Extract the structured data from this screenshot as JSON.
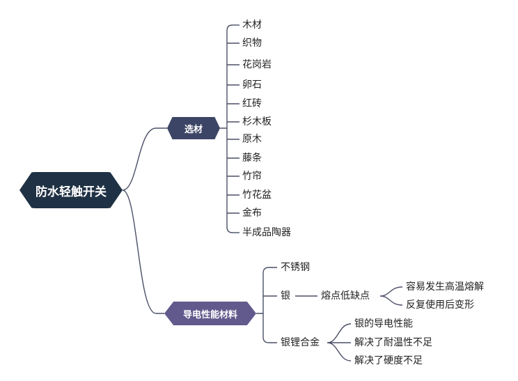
{
  "root": {
    "label": "防水轻触开关"
  },
  "branches": [
    {
      "label": "选材",
      "children": [
        "木材",
        "织物",
        "花岗岩",
        "卵石",
        "红砖",
        "杉木板",
        "原木",
        "藤条",
        "竹帘",
        "竹花盆",
        "金布",
        "半成品陶器"
      ]
    },
    {
      "label": "导电性能材料",
      "children": [
        {
          "label": "不锈钢"
        },
        {
          "label": "银",
          "sub": {
            "label": "熔点低缺点",
            "children": [
              "容易发生高温熔解",
              "反复使用后变形"
            ]
          }
        },
        {
          "label": "银锂合金",
          "children": [
            "银的导电性能",
            "解决了耐温性不足",
            "解决了硬度不足"
          ]
        }
      ]
    }
  ],
  "colors": {
    "root_fill": "#1f3144",
    "branch1_fill": "#3d4566",
    "branch2_fill": "#625a8c",
    "edge": "#4a4f66",
    "text": "#222222"
  }
}
